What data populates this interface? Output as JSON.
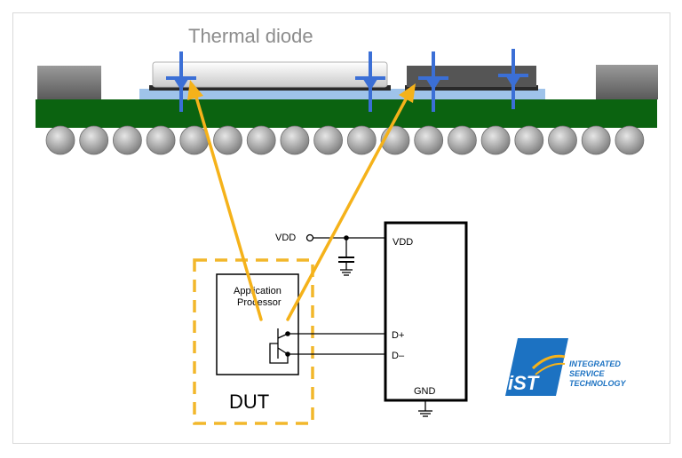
{
  "title": "Thermal diode",
  "vdd_pin": "VDD",
  "vdd_source": "VDD",
  "app_processor_line1": "Application",
  "app_processor_line2": "Processor",
  "dut_label": "DUT",
  "pin_dplus": "D+",
  "pin_dminus": "D–",
  "pin_gnd": "GND",
  "logo": {
    "mark": "iST",
    "line1": "INTEGRATED",
    "line2": "SERVICE",
    "line3": "TECHNOLOGY",
    "color_blue": "#1c72c2",
    "color_gold": "#f5b21a"
  },
  "colors": {
    "arrow": "#f5b21a",
    "diode_marker": "#3b6fd6",
    "board": "#0b6310",
    "dut_box": "#f2b72b"
  }
}
